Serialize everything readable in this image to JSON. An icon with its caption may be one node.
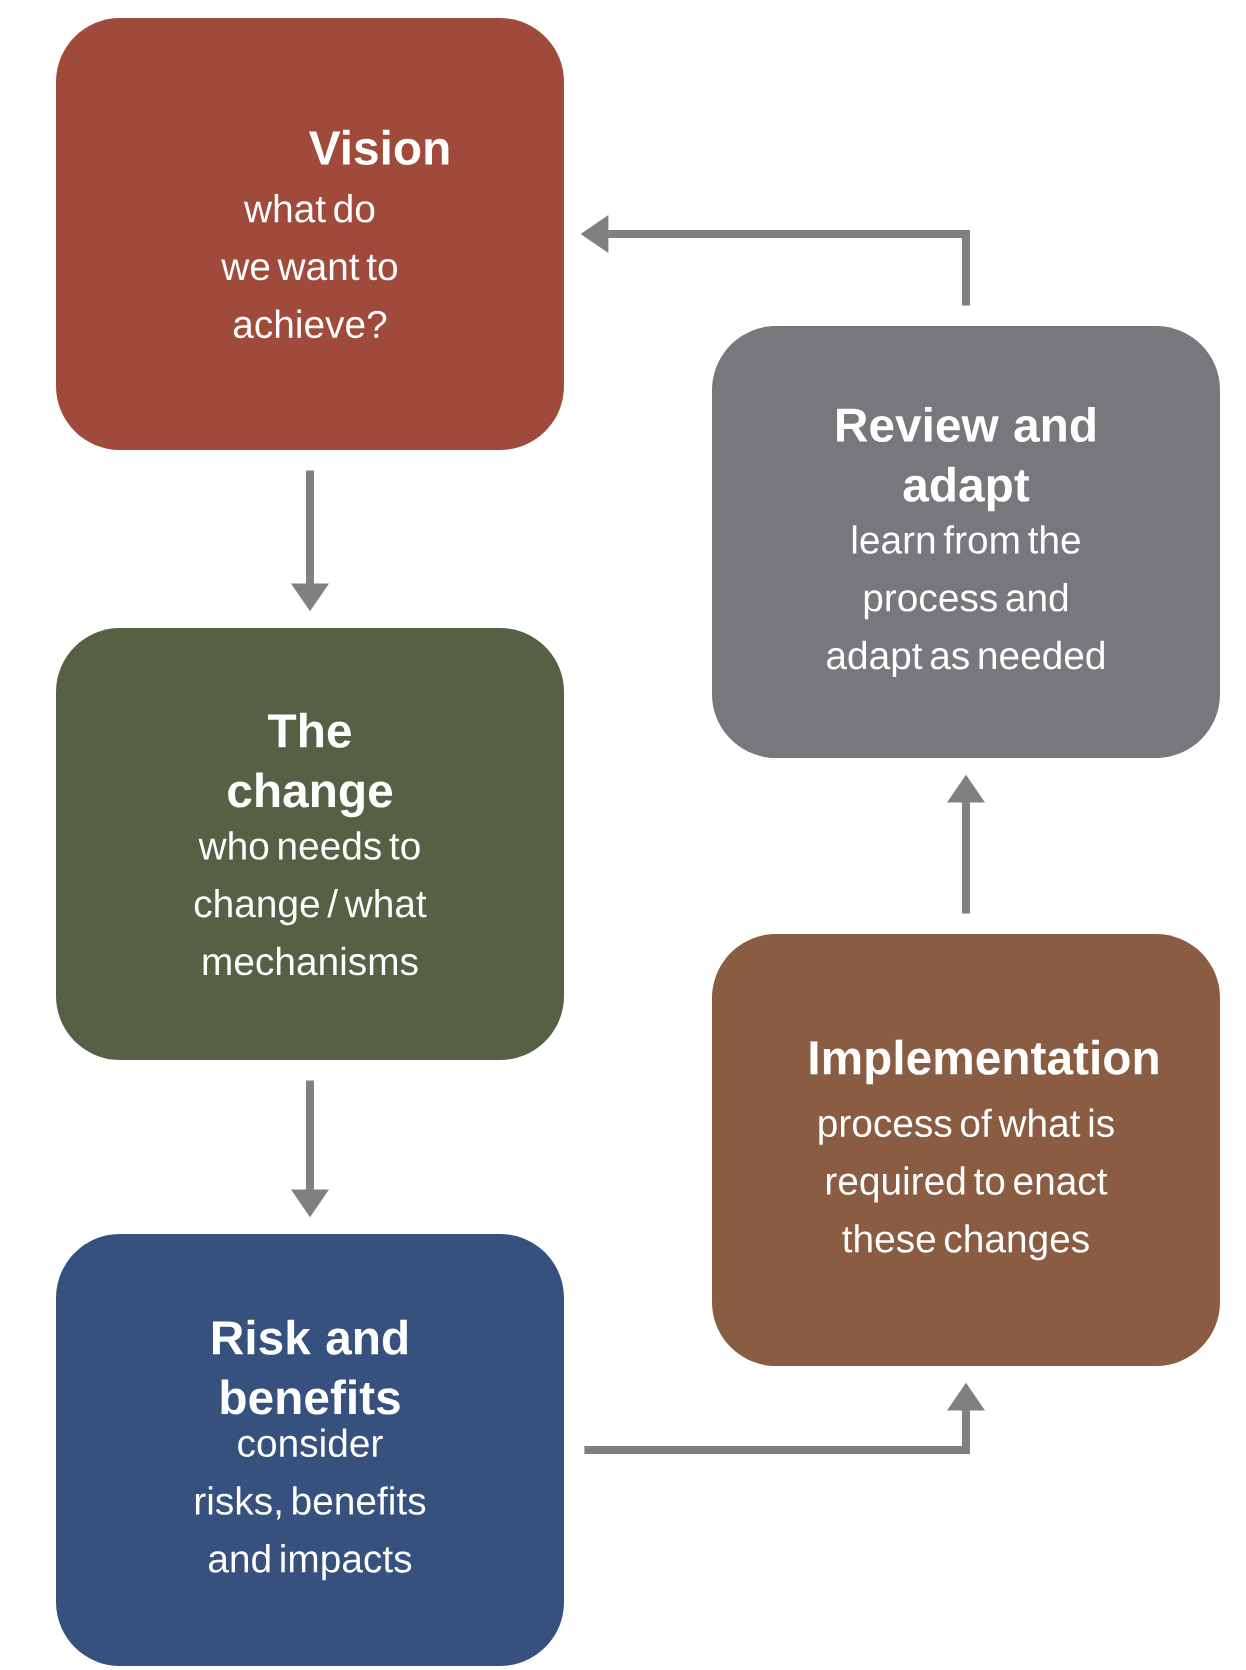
{
  "diagram": {
    "nodes": [
      {
        "text": [
          "Vision",
          "what do we want to achieve?"
        ]
      },
      {
        "text": [
          "The change",
          "who needs to change / what mechanisms"
        ]
      },
      {
        "text": [
          "Risk and benefits",
          "consider risks, benefits and impacts"
        ]
      },
      {
        "text": [
          "Implementation",
          "process of what is required to enact these changes"
        ]
      },
      {
        "text": [
          "Review and adapt",
          "learn from the process and adapt as needed"
        ]
      }
    ],
    "edges": [
      {
        "from": 0,
        "to": 1,
        "arrow": "to"
      },
      {
        "from": 1,
        "to": 2,
        "arrow": "to"
      },
      {
        "from": 2,
        "to": 3,
        "arrow": "to"
      },
      {
        "from": 3,
        "to": 4,
        "arrow": "to"
      },
      {
        "from": 4,
        "to": 0,
        "arrow": "to"
      }
    ]
  }
}
